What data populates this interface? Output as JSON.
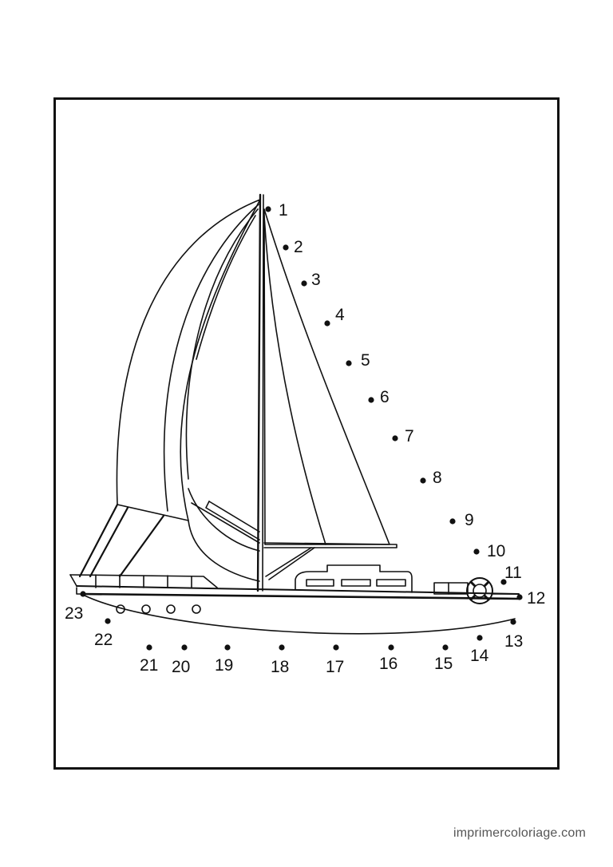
{
  "worksheet": {
    "line_color": "#111111",
    "credit_color": "#555555",
    "site_credit": "imprimercoloriage.com",
    "dots": [
      {
        "label": "1"
      },
      {
        "label": "2"
      },
      {
        "label": "3"
      },
      {
        "label": "4"
      },
      {
        "label": "5"
      },
      {
        "label": "6"
      },
      {
        "label": "7"
      },
      {
        "label": "8"
      },
      {
        "label": "9"
      },
      {
        "label": "10"
      },
      {
        "label": "11"
      },
      {
        "label": "12"
      },
      {
        "label": "13"
      },
      {
        "label": "14"
      },
      {
        "label": "15"
      },
      {
        "label": "16"
      },
      {
        "label": "17"
      },
      {
        "label": "18"
      },
      {
        "label": "19"
      },
      {
        "label": "20"
      },
      {
        "label": "21"
      },
      {
        "label": "22"
      },
      {
        "label": "23"
      }
    ]
  }
}
